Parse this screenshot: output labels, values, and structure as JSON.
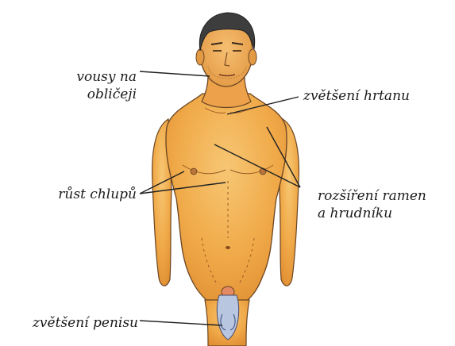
{
  "labels": {
    "beard": {
      "line1": "vousy na",
      "line2": "obličeji"
    },
    "larynx": "zvětšení hrtanu",
    "hair": "růst chlupů",
    "shoulders": {
      "line1": "rozšíření ramen",
      "line2": "a hrudníku"
    },
    "penis": "zvětšení penisu"
  },
  "colors": {
    "skin": "#f0a948",
    "skin_light": "#f6c06a",
    "skin_dark": "#d2802c",
    "outline": "#5a3a1c",
    "hair": "#3d3d3d",
    "pointer": "#222222"
  }
}
